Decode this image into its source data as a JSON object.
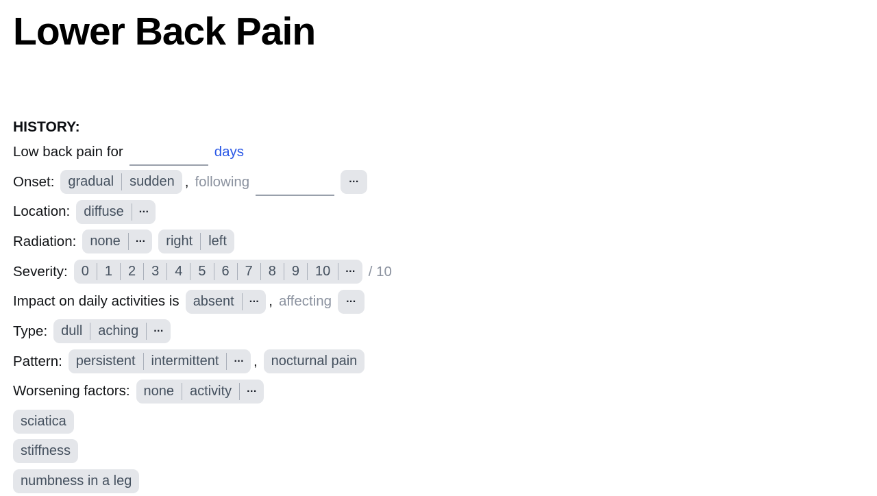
{
  "title": "Lower Back Pain",
  "ui": {
    "comma": ",",
    "ellipsis": "···"
  },
  "colors": {
    "chip_bg": "#e4e6ea",
    "chip_text": "#44505e",
    "link_blue": "#2a58e6",
    "muted_text": "#8b929f",
    "divider": "#a9afb9",
    "underline": "#99a0ab"
  },
  "history": {
    "heading": "HISTORY:",
    "duration": {
      "prefix": "Low back pain for",
      "blank_value": "",
      "unit": "days"
    },
    "onset": {
      "label": "Onset:",
      "options": [
        "gradual",
        "sudden"
      ],
      "following_label": "following",
      "blank_value": ""
    },
    "location": {
      "label": "Location:",
      "options": [
        "diffuse"
      ]
    },
    "radiation": {
      "label": "Radiation:",
      "options": [
        "none"
      ],
      "side_options": [
        "right",
        "left"
      ]
    },
    "severity": {
      "label": "Severity:",
      "options": [
        "0",
        "1",
        "2",
        "3",
        "4",
        "5",
        "6",
        "7",
        "8",
        "9",
        "10"
      ],
      "suffix": "/ 10"
    },
    "impact": {
      "prefix": "Impact on daily activities is",
      "options": [
        "absent"
      ],
      "affecting_label": "affecting"
    },
    "type": {
      "label": "Type:",
      "options": [
        "dull",
        "aching"
      ]
    },
    "pattern": {
      "label": "Pattern:",
      "options": [
        "persistent",
        "intermittent"
      ],
      "extra_option": "nocturnal pain"
    },
    "worsening": {
      "label": "Worsening factors:",
      "options": [
        "none",
        "activity"
      ]
    },
    "standalone_options": [
      "sciatica",
      "stiffness",
      "numbness in a leg"
    ]
  }
}
